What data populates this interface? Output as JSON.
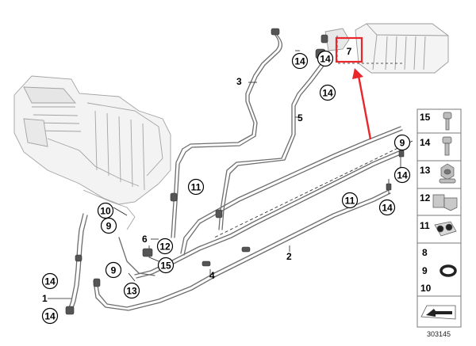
{
  "callouts": {
    "c14a": "14",
    "c14b": "14",
    "c14c": "14",
    "c14d": "14",
    "c14e": "14",
    "c14f": "14",
    "c14g": "14",
    "c11a": "11",
    "c11b": "11",
    "c10": "10",
    "c9a": "9",
    "c9b": "9",
    "c9c": "9",
    "c12": "12",
    "c15": "15",
    "c13": "13"
  },
  "plain_labels": {
    "l3": "3",
    "l5": "5",
    "l6": "6",
    "l2": "2",
    "l4": "4",
    "l1": "1"
  },
  "highlight": {
    "label": "7",
    "box_color": "#e8262c",
    "arrow_color": "#e8262c"
  },
  "legend": {
    "items": [
      {
        "label": "15",
        "icon": "bolt-long-icon"
      },
      {
        "label": "14",
        "icon": "bolt-short-icon"
      },
      {
        "label": "13",
        "icon": "nut-collar-icon"
      },
      {
        "label": "12",
        "icon": "bracket-clip-icon"
      },
      {
        "label": "11",
        "icon": "pipe-clip-icon"
      },
      {
        "label": "8",
        "icon": ""
      },
      {
        "label": "9",
        "icon": "o-ring-icon"
      },
      {
        "label": "10",
        "icon": ""
      }
    ]
  },
  "footer": {
    "code": "303145"
  }
}
